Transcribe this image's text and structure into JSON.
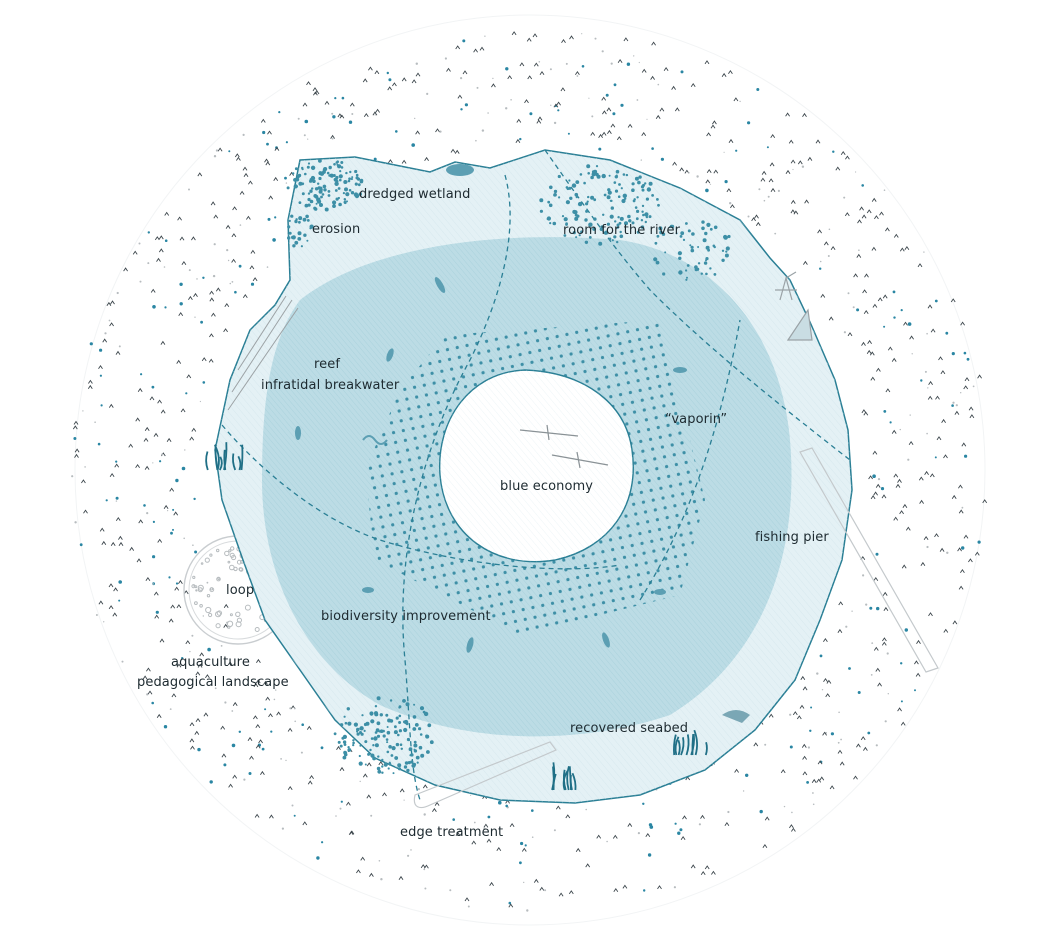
{
  "colors": {
    "outline": "#2a7f95",
    "lagoon_fill": "#d9ecf1",
    "inner_zone": "#b3d6e0",
    "dots": "#3d8fa6",
    "scatter_dark": "#3c464c",
    "scatter_teal": "#2a86a3",
    "light_gray": "#b7bcbf",
    "label_text": "#1d2a30"
  },
  "labels": {
    "dredged_wetland": "dredged wetland",
    "erosion": "erosion",
    "room_for_the_river": "room for the river",
    "reef": "reef",
    "infratidal_breakwater": "infratidal breakwater",
    "vaporin": "“vaporin”",
    "blue_economy": "blue economy",
    "fishing_pier": "fishing pier",
    "loop": "loop",
    "biodiversity_improvement": "biodiversity improvement",
    "aquaculture": "aquaculture",
    "pedagogical_landscape": "pedagogical landscape",
    "recovered_seabed": "recovered seabed",
    "edge_treatment": "edge treatment"
  },
  "icons": [
    "fish-icon",
    "kayak-icon",
    "heron-icon",
    "seaweed-icon",
    "crab-icon",
    "bird-icon"
  ]
}
